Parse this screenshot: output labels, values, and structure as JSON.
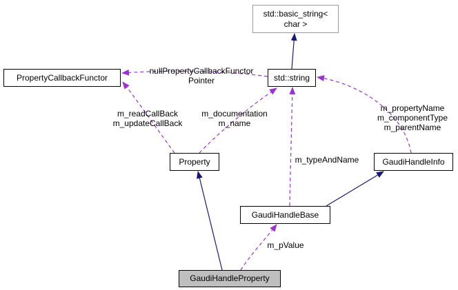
{
  "diagram": {
    "nodes": {
      "basic_string": {
        "label": "std::basic_string<\nchar >"
      },
      "std_string": {
        "label": "std::string"
      },
      "property_callback_functor": {
        "label": "PropertyCallbackFunctor"
      },
      "property": {
        "label": "Property"
      },
      "gaudi_handle_info": {
        "label": "GaudiHandleInfo"
      },
      "gaudi_handle_base": {
        "label": "GaudiHandleBase"
      },
      "gaudi_handle_property": {
        "label": "GaudiHandleProperty"
      }
    },
    "edge_labels": {
      "null_callback_pointer": "nullPropertyCallbackFunctor\nPointer",
      "read_update_callback": "m_readCallBack\nm_updateCallBack",
      "documentation_name": "m_documentation\nm_name",
      "type_and_name": "m_typeAndName",
      "property_component_parent": "m_propertyName\nm_componentType\nm_parentName",
      "p_value": "m_pValue"
    },
    "colors": {
      "inheritance_arrow": "#191970",
      "association_arrow": "#9a32cd",
      "node_border": "#000000",
      "external_node_border": "#9a9a9a",
      "selected_node_fill": "#bfbfbf"
    }
  }
}
